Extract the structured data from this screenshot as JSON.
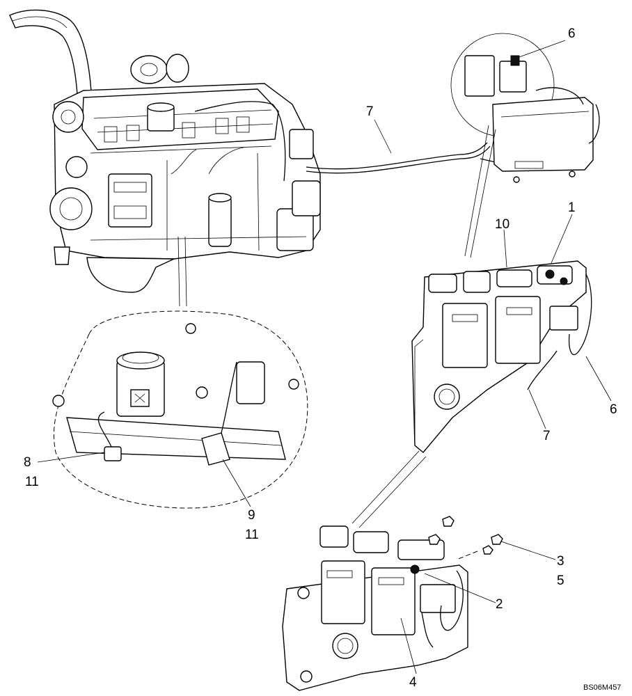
{
  "callouts": {
    "c1": "1",
    "c2": "2",
    "c3": "3",
    "c4": "4",
    "c5": "5",
    "c6_top": "6",
    "c6_right": "6",
    "c7_top": "7",
    "c7_mid": "7",
    "c8": "8",
    "c9": "9",
    "c10": "10",
    "c11_left": "11",
    "c11_bottom": "11"
  },
  "reference_code": "BS06M457"
}
